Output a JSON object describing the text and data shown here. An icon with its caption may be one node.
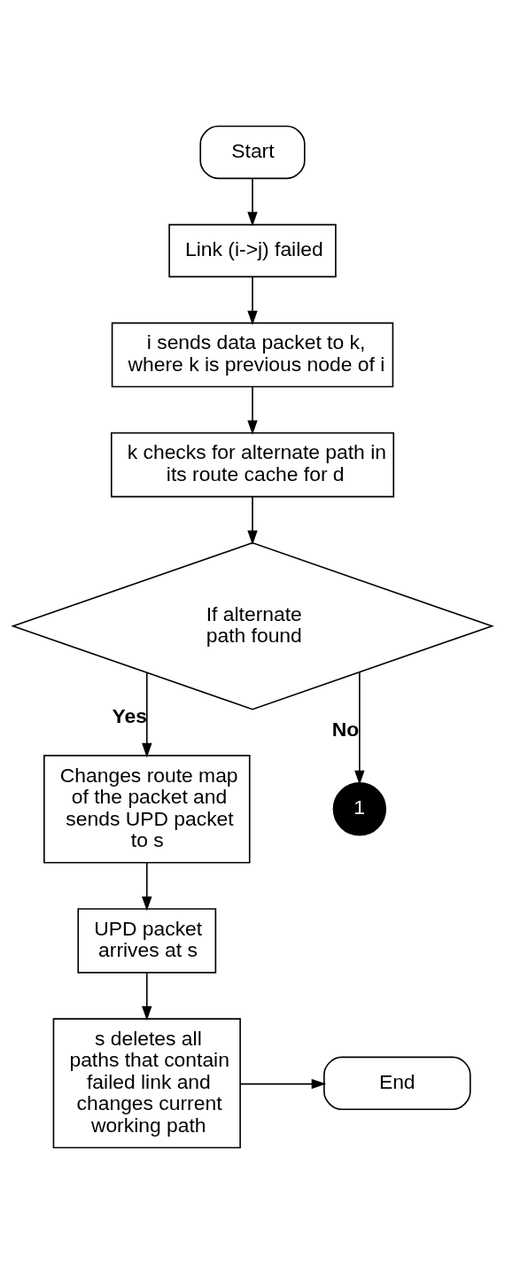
{
  "diagram": {
    "nodes": [
      {
        "text": [
          "Start"
        ]
      },
      {
        "text": [
          "Link (i->j) failed"
        ]
      },
      {
        "text": [
          "i sends data packet to k, where k is previous node of i"
        ]
      },
      {
        "text": [
          "k checks for alternate path in its route cache for d"
        ]
      },
      {
        "text": [
          "If alternate path found"
        ]
      },
      {
        "text": [
          "Changes route map of the packet and sends UPD packet to s"
        ]
      },
      {
        "text": [
          "1"
        ]
      },
      {
        "text": [
          "UPD packet arrives at s"
        ]
      },
      {
        "text": [
          "s deletes all paths that contain failed link and changes current working path"
        ]
      },
      {
        "text": [
          "End"
        ]
      }
    ],
    "edges": [
      {
        "from": 0,
        "to": 1,
        "arrow": "to"
      },
      {
        "from": 1,
        "to": 2,
        "arrow": "to"
      },
      {
        "from": 2,
        "to": 3,
        "arrow": "to"
      },
      {
        "from": 3,
        "to": 4,
        "arrow": "to"
      },
      {
        "from": 4,
        "to": 5,
        "arrow": "to",
        "label": "Yes"
      },
      {
        "from": 4,
        "to": 6,
        "arrow": "to",
        "label": "No"
      },
      {
        "from": 5,
        "to": 7,
        "arrow": "to"
      },
      {
        "from": 7,
        "to": 8,
        "arrow": "to"
      },
      {
        "from": 8,
        "to": 9,
        "arrow": "to"
      }
    ]
  }
}
